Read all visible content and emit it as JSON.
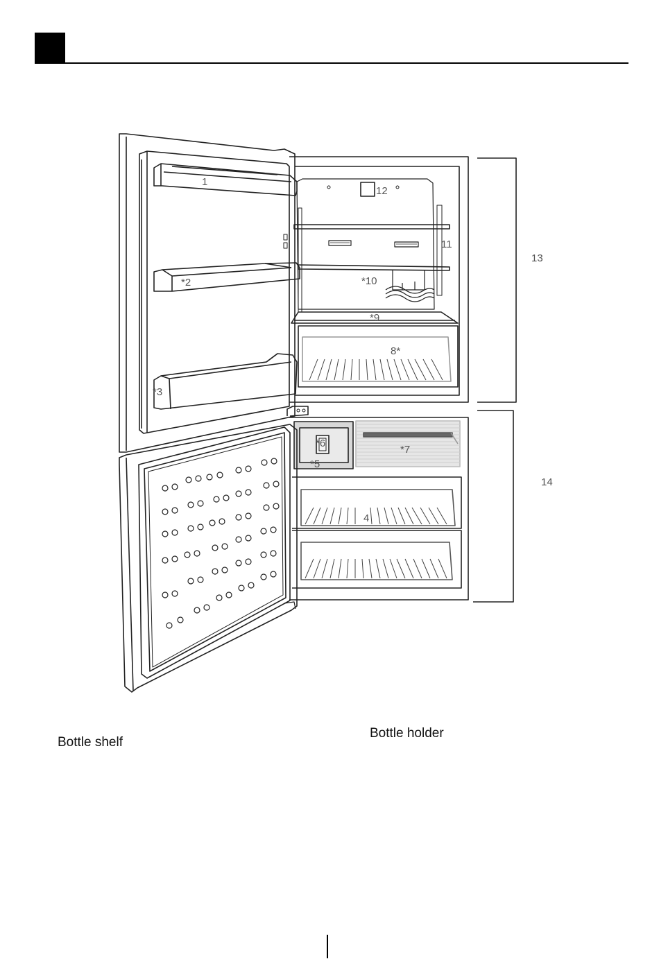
{
  "callouts": {
    "c1": "1",
    "c2": "*2",
    "c3": "*3",
    "c4": "4",
    "c5": "*5",
    "c6": "*6",
    "c7": "*7",
    "c8": "8*",
    "c9": "*9",
    "c10": "*10",
    "c11": "11",
    "c12": "12",
    "c13": "13",
    "c14": "14"
  },
  "captions": {
    "left": "Bottle shelf",
    "right": "Bottle holder"
  }
}
